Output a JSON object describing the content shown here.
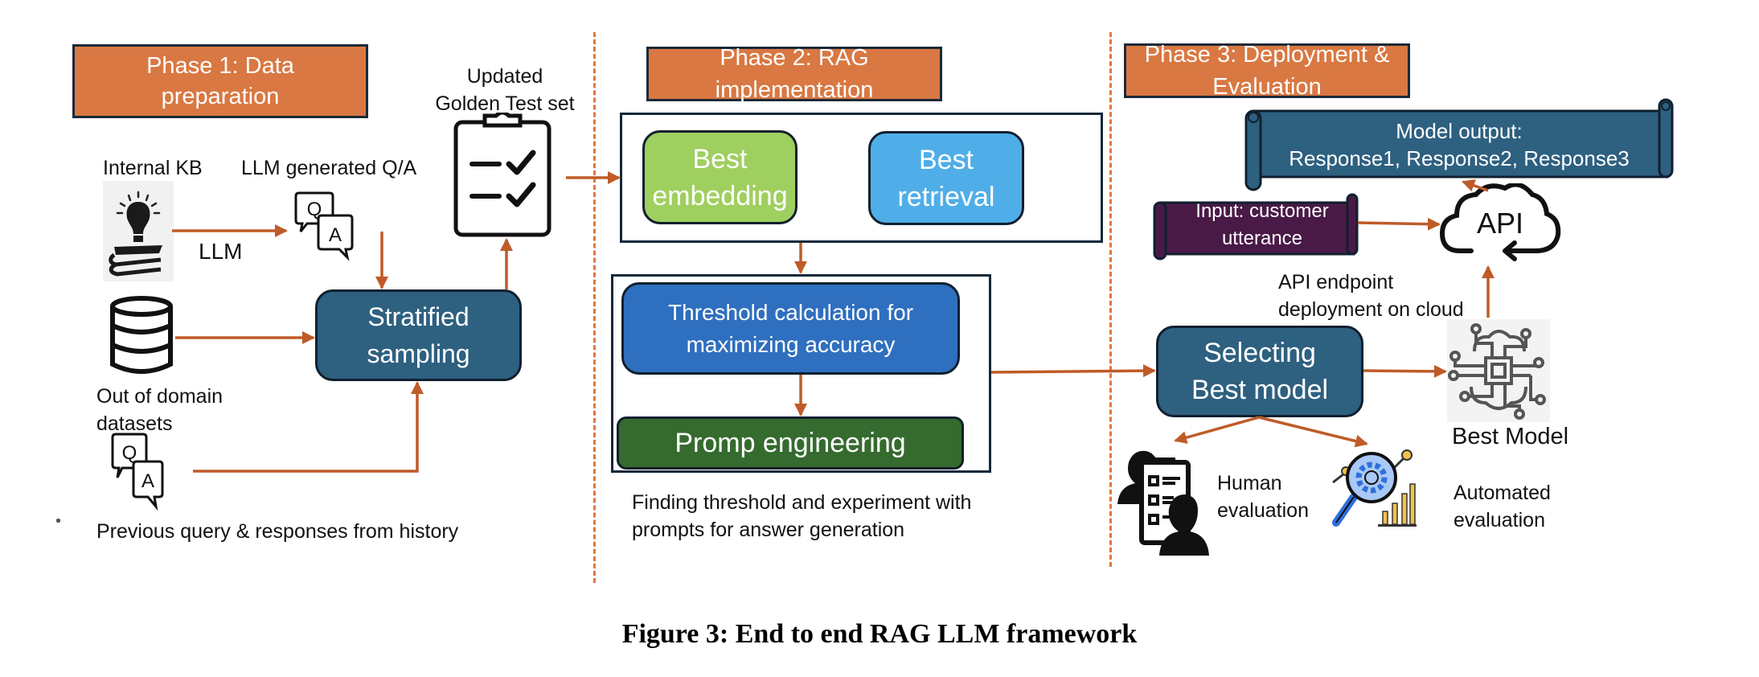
{
  "colors": {
    "arrow": "#BF5B28",
    "phase_header": "#D97842",
    "dashed_divider": "#E0783E",
    "stratified_box": "#2E6080",
    "best_embedding": "#9FCF5F",
    "best_retrieval": "#4FAEE8",
    "threshold_box": "#2F6FBF",
    "prompt_box": "#356B2E",
    "model_output_scroll": "#2E6080",
    "input_scroll": "#4A1A47"
  },
  "phase1": {
    "title": "Phase 1: Data\npreparation",
    "internal_kb_label": "Internal KB",
    "llm_generated_label": "LLM generated Q/A",
    "llm_arrow_label": "LLM",
    "out_of_domain_label": "Out of domain\ndatasets",
    "history_label": "Previous query & responses from history",
    "golden_set_label": "Updated\nGolden Test set",
    "stratified_box": "Stratified\nsampling",
    "qa_q": "Q",
    "qa_a": "A"
  },
  "phase2": {
    "title": "Phase 2: RAG implementation",
    "best_embedding": "Best\nembedding",
    "best_retrieval": "Best\nretrieval",
    "threshold": "Threshold calculation for\nmaximizing accuracy",
    "prompt_engineering": "Promp engineering",
    "note": "Finding threshold and experiment with\nprompts for answer generation"
  },
  "phase3": {
    "title": "Phase 3: Deployment & Evaluation",
    "model_output": "Model output:\nResponse1, Response2, Response3",
    "input_utterance": "Input: customer\nutterance",
    "api_label": "API",
    "api_endpoint_label": "API endpoint\ndeployment on cloud",
    "selecting_box": "Selecting\nBest model",
    "best_model_label": "Best Model",
    "human_eval_label": "Human\nevaluation",
    "automated_eval_label": "Automated\nevaluation"
  },
  "caption": "Figure 3: End to end RAG LLM framework"
}
